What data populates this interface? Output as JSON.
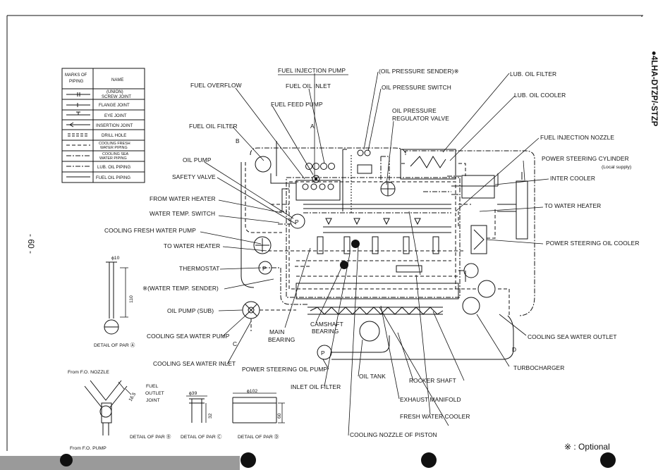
{
  "page": {
    "model_code": "●4LHA-DTZP/-STZP",
    "page_number": "- 60 -",
    "optional_note": "※ : Optional"
  },
  "legend": {
    "col_marks": "MARKS OF PIPING",
    "col_name": "NAME",
    "rows": [
      {
        "name": "(UNION) SCREW JOINT"
      },
      {
        "name": "FLANGE JOINT"
      },
      {
        "name": "EYE JOINT"
      },
      {
        "name": "INSERTION JOINT"
      },
      {
        "name": "DRILL HOLE"
      },
      {
        "name": "COOLING FRESH WATER PIPING"
      },
      {
        "name": "COOLING SEA WATER PIPING"
      },
      {
        "name": "LUB. OIL PIPING"
      },
      {
        "name": "FUEL OIL PIPING"
      }
    ]
  },
  "labels": {
    "fuel_injection_pump": "FUEL INJECTION PUMP",
    "oil_pressure_sender": "(OIL PRESSURE SENDER)※",
    "lub_oil_filter": "LUB. OIL FILTER",
    "fuel_overflow": "FUEL OVERFLOW",
    "fuel_oil_inlet": "FUEL OIL INLET",
    "oil_pressure_switch": "OIL PRESSURE SWITCH",
    "lub_oil_cooler": "LUB. OIL COOLER",
    "fuel_feed_pump": "FUEL FEED PUMP",
    "oil_pressure_regulator_valve_1": "OIL PRESSURE",
    "oil_pressure_regulator_valve_2": "REGULATOR VALVE",
    "fuel_oil_filter": "FUEL OIL FILTER",
    "fuel_injection_nozzle": "FUEL INJECTION NOZZLE",
    "oil_pump": "OIL PUMP",
    "power_steering_cylinder": "POWER STEERING CYLINDER",
    "local_supply": "(Local supply)",
    "safety_valve": "SAFETY VALVE",
    "inter_cooler": "INTER COOLER",
    "from_water_heater": "FROM WATER HEATER",
    "water_temp_switch": "WATER TEMP. SWITCH",
    "to_water_heater_right": "TO WATER HEATER",
    "cooling_fresh_water_pump": "COOLING FRESH WATER PUMP",
    "power_steering_oil_cooler": "POWER STEERING OIL COOLER",
    "to_water_heater_left": "TO WATER HEATER",
    "thermostat": "THERMOSTAT",
    "water_temp_sender": "※(WATER TEMP. SENDER)",
    "oil_pump_sub": "OIL PUMP (SUB)",
    "cooling_sea_water_pump": "COOLING SEA WATER PUMP",
    "main_bearing_1": "MAIN",
    "main_bearing_2": "BEARING",
    "camshaft_bearing_1": "CAMSHAFT",
    "camshaft_bearing_2": "BEARING",
    "cooling_sea_water_outlet": "COOLING SEA WATER OUTLET",
    "turbocharger": "TURBOCHARGER",
    "cooling_sea_water_inlet": "COOLING SEA WATER INLET",
    "power_steering_oil_pump": "POWER STEERING OIL PUMP",
    "oil_tank": "OIL TANK",
    "rocker_shaft": "ROCKER SHAFT",
    "inlet_oil_filter": "INLET OIL FILTER",
    "exhaust_manifold": "EXHAUST MANIFOLD",
    "fresh_water_cooler": "FRESH WATER COOLER",
    "cooling_nozzle_of_piston": "COOLING NOZZLE OF PISTON",
    "mark_a": "A",
    "mark_b": "B",
    "mark_c": "C",
    "mark_d": "D"
  },
  "details": {
    "par_a_caption": "DETAIL OF PAR Ⓐ",
    "par_a_dim_top": "ϕ10",
    "par_a_dim_side": "110",
    "par_b_caption": "DETAIL OF PAR Ⓑ",
    "par_b_from_nozzle": "From F.O. NOZZLE",
    "par_b_from_pump": "From F.O. PUMP",
    "par_b_outlet_1": "FUEL",
    "par_b_outlet_2": "OUTLET",
    "par_b_outlet_3": "JOINT",
    "par_b_dim": "16.5",
    "par_c_caption": "DETAIL OF PAR Ⓒ",
    "par_c_dim_top": "ϕ39",
    "par_c_dim_side": "32",
    "par_d_caption": "DETAIL OF PAR Ⓓ",
    "par_d_dim_top": "ϕ102",
    "par_d_dim_side": "60"
  }
}
